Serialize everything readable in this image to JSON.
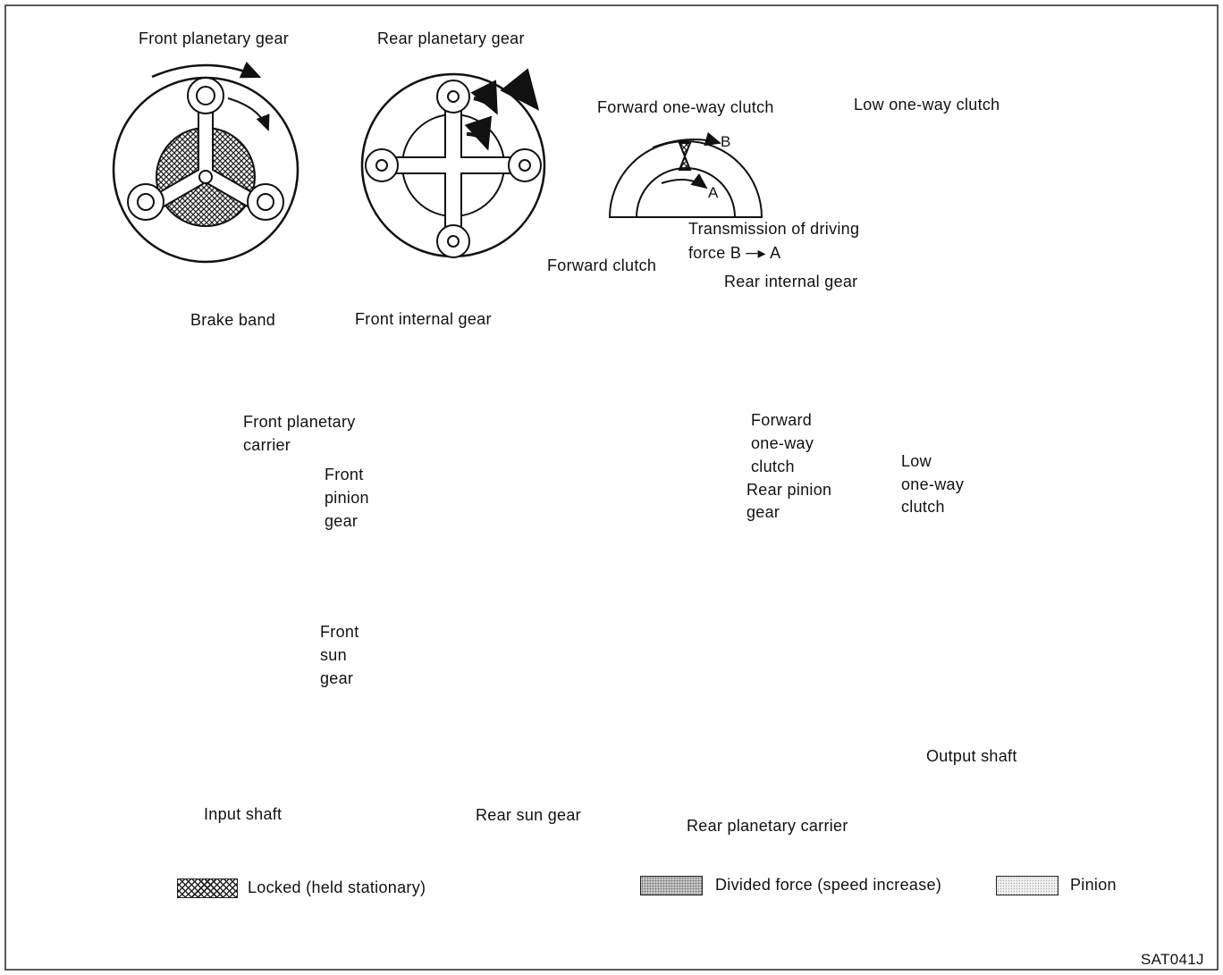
{
  "titles": {
    "front_planetary": "Front planetary gear",
    "rear_planetary": "Rear planetary gear",
    "forward_owc": "Forward one-way clutch",
    "low_owc": "Low one-way clutch"
  },
  "owc_marks": {
    "b": "B",
    "a": "A"
  },
  "transmission": {
    "line1": "Transmission of driving",
    "line2": "force B ─▸ A"
  },
  "labels": {
    "forward_clutch": "Forward clutch",
    "rear_internal_gear": "Rear internal gear",
    "brake_band": "Brake band",
    "front_internal_gear": "Front internal gear",
    "front_planetary_carrier_1": "Front planetary",
    "front_planetary_carrier_2": "carrier",
    "front_pinion_gear_1": "Front",
    "front_pinion_gear_2": "pinion",
    "front_pinion_gear_3": "gear",
    "forward_owc_1": "Forward",
    "forward_owc_2": "one-way",
    "forward_owc_3": "clutch",
    "low_owc_1": "Low",
    "low_owc_2": "one-way",
    "low_owc_3": "clutch",
    "rear_pinion_gear_1": "Rear pinion",
    "rear_pinion_gear_2": "gear",
    "front_sun_gear_1": "Front",
    "front_sun_gear_2": "sun",
    "front_sun_gear_3": "gear",
    "input_shaft": "Input shaft",
    "rear_sun_gear": "Rear sun gear",
    "rear_planetary_carrier": "Rear planetary carrier",
    "output_shaft": "Output shaft"
  },
  "legend": {
    "locked": "Locked (held stationary)",
    "divided": "Divided force (speed increase)",
    "pinion": "Pinion"
  },
  "figure_code": "SAT041J"
}
